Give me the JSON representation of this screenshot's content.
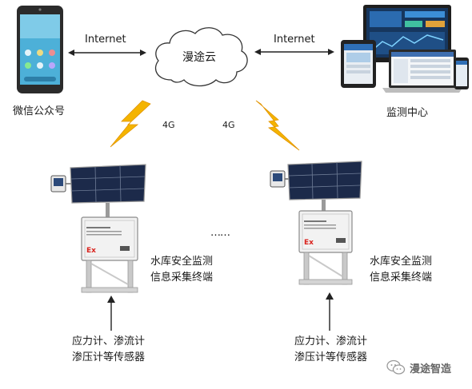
{
  "top": {
    "left_link_label": "Internet",
    "right_link_label": "Internet",
    "cloud_label": "漫途云",
    "phone_caption": "微信公众号",
    "center_caption": "监测中心"
  },
  "signals": {
    "left_label": "4G",
    "right_label": "4G"
  },
  "terminals": {
    "ellipsis": "……",
    "left": {
      "label_line1": "水库安全监测",
      "label_line2": "信息采集终端",
      "sensor_line1": "应力计、渗流计",
      "sensor_line2": "渗压计等传感器"
    },
    "right": {
      "label_line1": "水库安全监测",
      "label_line2": "信息采集终端",
      "sensor_line1": "应力计、渗流计",
      "sensor_line2": "渗压计等传感器"
    }
  },
  "watermark": {
    "text": "漫途智造"
  },
  "colors": {
    "bolt": "#f4b400",
    "arrow": "#222222",
    "panel": "#1c2a4a",
    "box": "#f2f2f2"
  },
  "icons": [
    "phone-icon",
    "cloud-icon",
    "monitoring-devices-icon",
    "lightning-bolt-icon",
    "solar-panel-icon",
    "terminal-box-icon",
    "wechat-icon"
  ]
}
